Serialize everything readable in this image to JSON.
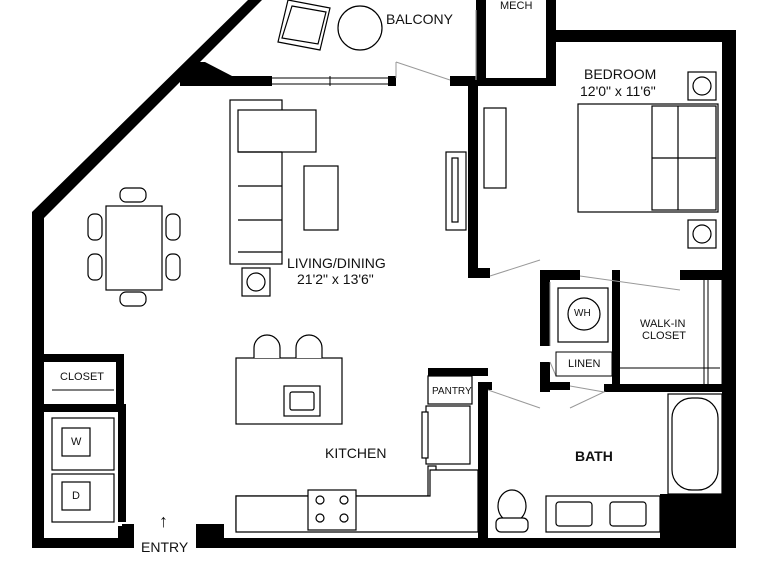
{
  "rooms": {
    "balcony": "BALCONY",
    "mech": "MECH",
    "bedroom": "BEDROOM",
    "bedroom_dims": "12'0\" x 11'6\"",
    "living_dining": "LIVING/DINING",
    "living_dining_dims": "21'2\" x 13'6\"",
    "wh": "WH",
    "walk_in_closet_1": "WALK-IN",
    "walk_in_closet_2": "CLOSET",
    "linen": "LINEN",
    "closet": "CLOSET",
    "pantry": "PANTRY",
    "kitchen": "KITCHEN",
    "bath": "BATH",
    "washer": "W",
    "dryer": "D",
    "entry": "ENTRY"
  },
  "entry_arrow": "↑"
}
